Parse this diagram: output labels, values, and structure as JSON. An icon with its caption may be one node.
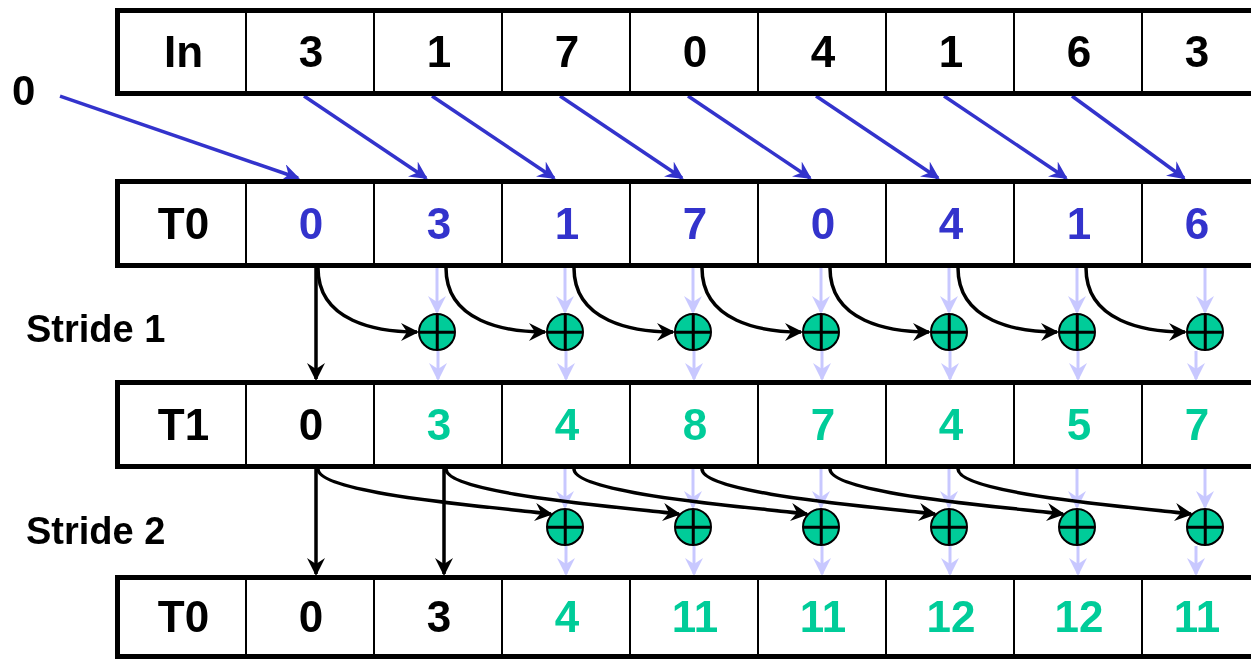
{
  "diagram": {
    "nodes": [
      {
        "text": [
          "0"
        ]
      },
      {
        "text": [
          "In"
        ]
      },
      {
        "text": [
          "3"
        ]
      },
      {
        "text": [
          "1"
        ]
      },
      {
        "text": [
          "7"
        ]
      },
      {
        "text": [
          "0"
        ]
      },
      {
        "text": [
          "4"
        ]
      },
      {
        "text": [
          "1"
        ]
      },
      {
        "text": [
          "6"
        ]
      },
      {
        "text": [
          "3"
        ]
      },
      {
        "text": [
          "T0"
        ]
      },
      {
        "text": [
          "0"
        ]
      },
      {
        "text": [
          "3"
        ]
      },
      {
        "text": [
          "1"
        ]
      },
      {
        "text": [
          "7"
        ]
      },
      {
        "text": [
          "0"
        ]
      },
      {
        "text": [
          "4"
        ]
      },
      {
        "text": [
          "1"
        ]
      },
      {
        "text": [
          "6"
        ]
      },
      {
        "text": [],
        "shape": "circle"
      },
      {
        "text": [],
        "shape": "circle"
      },
      {
        "text": [],
        "shape": "circle"
      },
      {
        "text": [],
        "shape": "circle"
      },
      {
        "text": [],
        "shape": "circle"
      },
      {
        "text": [],
        "shape": "circle"
      },
      {
        "text": [],
        "shape": "circle"
      },
      {
        "text": [
          "T1"
        ]
      },
      {
        "text": [
          "0"
        ]
      },
      {
        "text": [
          "3"
        ]
      },
      {
        "text": [
          "4"
        ]
      },
      {
        "text": [
          "8"
        ]
      },
      {
        "text": [
          "7"
        ]
      },
      {
        "text": [
          "4"
        ]
      },
      {
        "text": [
          "5"
        ]
      },
      {
        "text": [
          "7"
        ]
      },
      {
        "text": [],
        "shape": "circle"
      },
      {
        "text": [],
        "shape": "circle"
      },
      {
        "text": [],
        "shape": "circle"
      },
      {
        "text": [],
        "shape": "circle"
      },
      {
        "text": [],
        "shape": "circle"
      },
      {
        "text": [],
        "shape": "circle"
      },
      {
        "text": [
          "T0"
        ]
      },
      {
        "text": [
          "0"
        ]
      },
      {
        "text": [
          "3"
        ]
      },
      {
        "text": [
          "4"
        ]
      },
      {
        "text": [
          "11"
        ]
      },
      {
        "text": [
          "11"
        ]
      },
      {
        "text": [
          "12"
        ]
      },
      {
        "text": [
          "12"
        ]
      },
      {
        "text": [
          "11"
        ]
      }
    ],
    "edges": [
      {
        "from": 0,
        "to": 11,
        "arrow": "to",
        "color": "#3333cc"
      },
      {
        "from": 2,
        "to": 12,
        "arrow": "to",
        "color": "#3333cc"
      },
      {
        "from": 3,
        "to": 13,
        "arrow": "to",
        "color": "#3333cc"
      },
      {
        "from": 4,
        "to": 14,
        "arrow": "to",
        "color": "#3333cc"
      },
      {
        "from": 5,
        "to": 15,
        "arrow": "to",
        "color": "#3333cc"
      },
      {
        "from": 6,
        "to": 16,
        "arrow": "to",
        "color": "#3333cc"
      },
      {
        "from": 7,
        "to": 17,
        "arrow": "to",
        "color": "#3333cc"
      },
      {
        "from": 8,
        "to": 18,
        "arrow": "to",
        "color": "#3333cc"
      },
      {
        "from": 11,
        "to": 27,
        "arrow": "to",
        "color": "#000000"
      },
      {
        "from": 11,
        "to": 19,
        "arrow": "to",
        "color": "#000000"
      },
      {
        "from": 12,
        "to": 19,
        "arrow": "to"
      },
      {
        "from": 19,
        "to": 28,
        "arrow": "to"
      },
      {
        "from": 12,
        "to": 20,
        "arrow": "to",
        "color": "#000000"
      },
      {
        "from": 13,
        "to": 20,
        "arrow": "to"
      },
      {
        "from": 20,
        "to": 29,
        "arrow": "to"
      },
      {
        "from": 13,
        "to": 21,
        "arrow": "to",
        "color": "#000000"
      },
      {
        "from": 14,
        "to": 21,
        "arrow": "to"
      },
      {
        "from": 21,
        "to": 30,
        "arrow": "to"
      },
      {
        "from": 14,
        "to": 22,
        "arrow": "to",
        "color": "#000000"
      },
      {
        "from": 15,
        "to": 22,
        "arrow": "to"
      },
      {
        "from": 22,
        "to": 31,
        "arrow": "to"
      },
      {
        "from": 15,
        "to": 23,
        "arrow": "to",
        "color": "#000000"
      },
      {
        "from": 16,
        "to": 23,
        "arrow": "to"
      },
      {
        "from": 23,
        "to": 32,
        "arrow": "to"
      },
      {
        "from": 16,
        "to": 24,
        "arrow": "to",
        "color": "#000000"
      },
      {
        "from": 17,
        "to": 24,
        "arrow": "to"
      },
      {
        "from": 24,
        "to": 33,
        "arrow": "to"
      },
      {
        "from": 17,
        "to": 25,
        "arrow": "to",
        "color": "#000000"
      },
      {
        "from": 18,
        "to": 25,
        "arrow": "to"
      },
      {
        "from": 25,
        "to": 34,
        "arrow": "to"
      },
      {
        "from": 27,
        "to": 42,
        "arrow": "to",
        "color": "#000000"
      },
      {
        "from": 28,
        "to": 43,
        "arrow": "to",
        "color": "#000000"
      },
      {
        "from": 27,
        "to": 35,
        "arrow": "to",
        "color": "#000000"
      },
      {
        "from": 29,
        "to": 35,
        "arrow": "to"
      },
      {
        "from": 35,
        "to": 44,
        "arrow": "to"
      },
      {
        "from": 28,
        "to": 36,
        "arrow": "to",
        "color": "#000000"
      },
      {
        "from": 30,
        "to": 36,
        "arrow": "to"
      },
      {
        "from": 36,
        "to": 45,
        "arrow": "to"
      },
      {
        "from": 29,
        "to": 37,
        "arrow": "to",
        "color": "#000000"
      },
      {
        "from": 31,
        "to": 37,
        "arrow": "to"
      },
      {
        "from": 37,
        "to": 46,
        "arrow": "to"
      },
      {
        "from": 30,
        "to": 38,
        "arrow": "to",
        "color": "#000000"
      },
      {
        "from": 32,
        "to": 38,
        "arrow": "to"
      },
      {
        "from": 38,
        "to": 47,
        "arrow": "to"
      },
      {
        "from": 31,
        "to": 39,
        "arrow": "to",
        "color": "#000000"
      },
      {
        "from": 33,
        "to": 39,
        "arrow": "to"
      },
      {
        "from": 39,
        "to": 48,
        "arrow": "to"
      },
      {
        "from": 32,
        "to": 40,
        "arrow": "to",
        "color": "#000000"
      },
      {
        "from": 34,
        "to": 40,
        "arrow": "to"
      },
      {
        "from": 40,
        "to": 49,
        "arrow": "to"
      }
    ],
    "labels": [
      "Stride 1",
      "Stride 2"
    ]
  }
}
